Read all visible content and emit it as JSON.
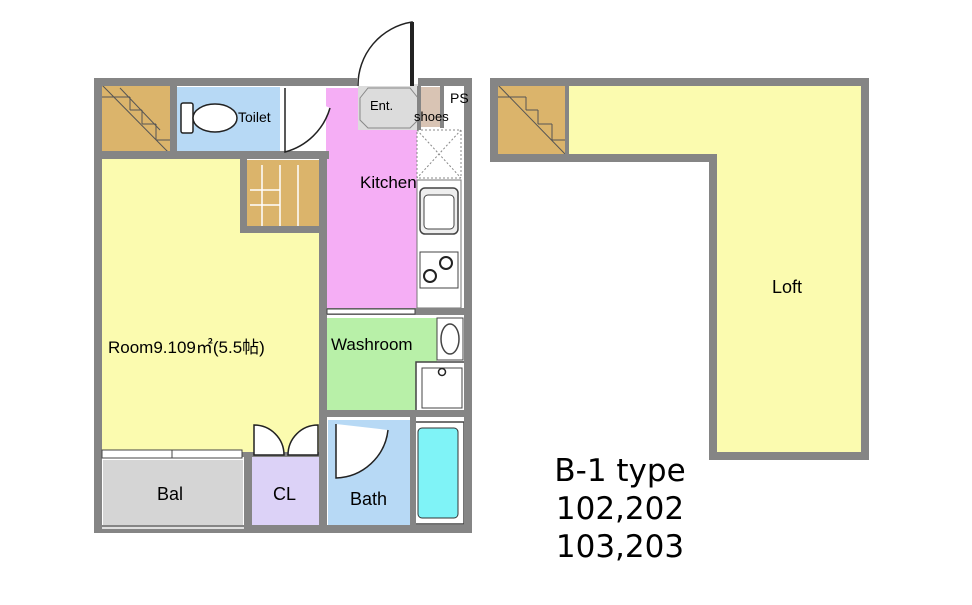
{
  "rooms": {
    "toilet": "Toilet",
    "entrance": "Ent.",
    "ps": "PS",
    "shoes": "shoes",
    "kitchen": "Kitchen",
    "room": "Room9.109㎡(5.5帖)",
    "washroom": "Washroom",
    "balcony": "Bal",
    "closet": "CL",
    "bath": "Bath",
    "loft": "Loft"
  },
  "unit_type": {
    "title": "B-1 type",
    "units_line1": "102,202",
    "units_line2": "103,203"
  },
  "colors": {
    "wall": "#858585",
    "room": "#fbfbaf",
    "kitchen": "#f5aef5",
    "toilet": "#b7d9f5",
    "washroom": "#b8f0a8",
    "bath": "#b7d9f5",
    "closet": "#dcd2f7",
    "balcony": "#d5d5d5",
    "stairs": "#dbb46b",
    "tub": "#7ff3f7"
  }
}
